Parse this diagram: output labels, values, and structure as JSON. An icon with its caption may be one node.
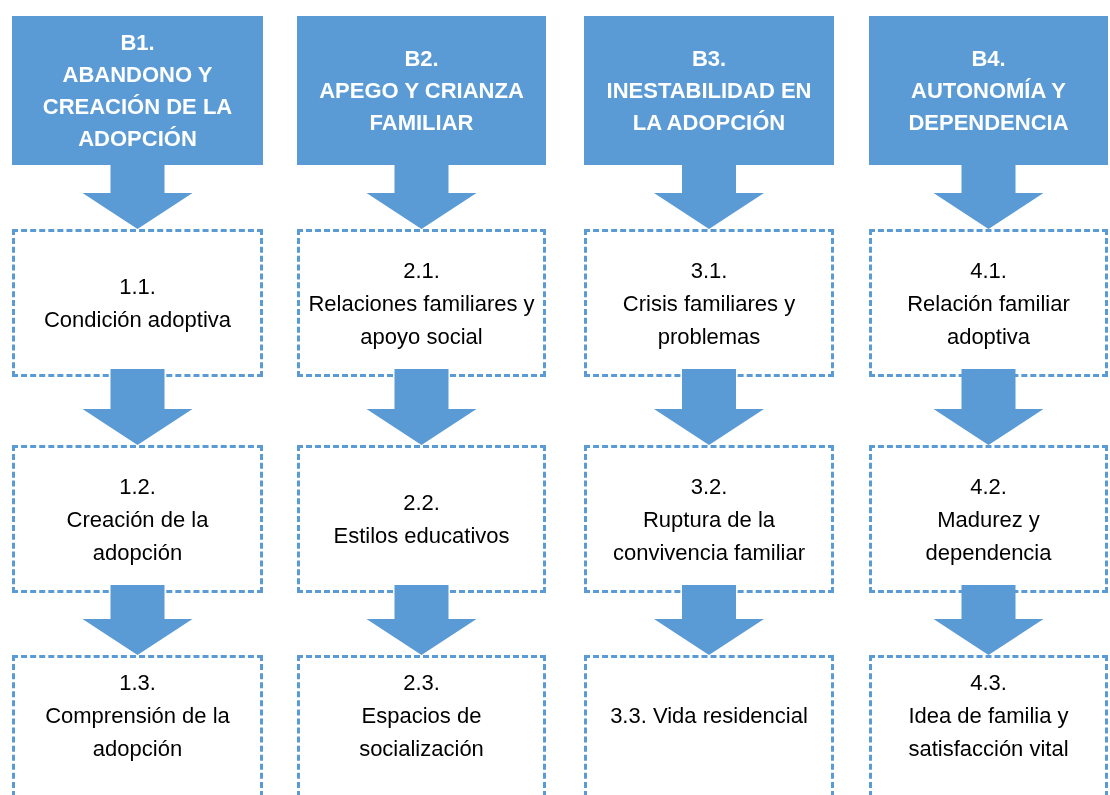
{
  "diagram": {
    "nodes": [
      {
        "text": [
          "B1.",
          "ABANDONO Y CREACIÓN DE LA ADOPCIÓN"
        ]
      },
      {
        "text": [
          "B2.",
          "APEGO Y CRIANZA FAMILIAR"
        ]
      },
      {
        "text": [
          "B3.",
          "INESTABILIDAD EN LA ADOPCIÓN"
        ]
      },
      {
        "text": [
          "B4.",
          "AUTONOMÍA Y DEPENDENCIA"
        ]
      },
      {
        "text": [
          "1.1.",
          "Condición adoptiva"
        ]
      },
      {
        "text": [
          "2.1.",
          "Relaciones familiares y apoyo social"
        ]
      },
      {
        "text": [
          "3.1.",
          "Crisis familiares y problemas"
        ]
      },
      {
        "text": [
          "4.1.",
          "Relación familiar adoptiva"
        ]
      },
      {
        "text": [
          "1.2.",
          "Creación de la adopción"
        ]
      },
      {
        "text": [
          "2.2.",
          "Estilos educativos"
        ]
      },
      {
        "text": [
          "3.2.",
          "Ruptura de la convivencia familiar"
        ]
      },
      {
        "text": [
          "4.2.",
          "Madurez y dependencia"
        ]
      },
      {
        "text": [
          "1.3.",
          "Comprensión de la adopción"
        ]
      },
      {
        "text": [
          "2.3.",
          "Espacios de socialización"
        ]
      },
      {
        "text": [
          "3.3. Vida residencial"
        ]
      },
      {
        "text": [
          "4.3.",
          "Idea de familia y satisfacción vital"
        ]
      }
    ],
    "edges": [
      {
        "from": 0,
        "to": 4,
        "arrow": "to"
      },
      {
        "from": 4,
        "to": 8,
        "arrow": "to"
      },
      {
        "from": 8,
        "to": 12,
        "arrow": "to"
      },
      {
        "from": 1,
        "to": 5,
        "arrow": "to"
      },
      {
        "from": 5,
        "to": 9,
        "arrow": "to"
      },
      {
        "from": 9,
        "to": 13,
        "arrow": "to"
      },
      {
        "from": 2,
        "to": 6,
        "arrow": "to"
      },
      {
        "from": 6,
        "to": 10,
        "arrow": "to"
      },
      {
        "from": 10,
        "to": 14,
        "arrow": "to"
      },
      {
        "from": 3,
        "to": 7,
        "arrow": "to"
      },
      {
        "from": 7,
        "to": 11,
        "arrow": "to"
      },
      {
        "from": 11,
        "to": 15,
        "arrow": "to"
      }
    ]
  }
}
